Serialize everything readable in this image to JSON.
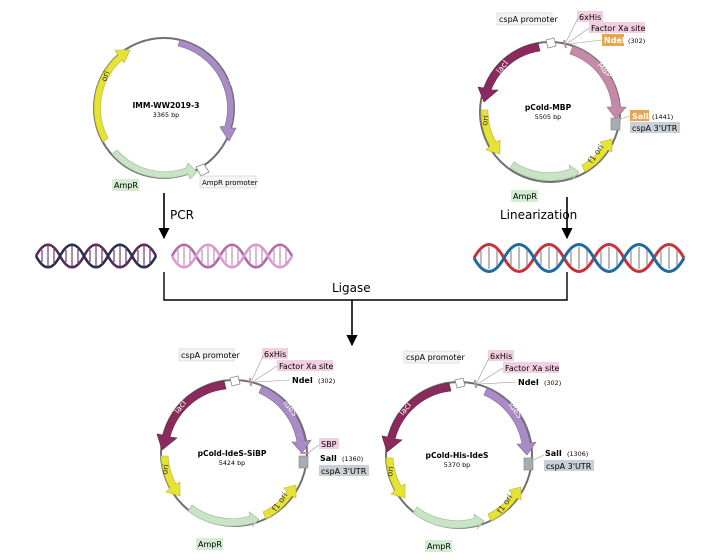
{
  "colors": {
    "backbone": "#707070",
    "lacI": "#8b2a5c",
    "IdeS": "#a98bc6",
    "MBP": "#c48aa7",
    "ori": "#e6e236",
    "AmpR": "#c8e3c5",
    "cspA": "#a8acb2",
    "tag_pink": "#f3cfe1",
    "tag_gray": "#e9e9e9",
    "tag_orange": "#e7a552",
    "tag_green": "#d4ecd1",
    "tag_slate": "#c9cfd6"
  },
  "plasmids": {
    "template": {
      "name": "IMM-WW2019-3",
      "size": "3365 bp",
      "ides": "IdeS",
      "ori": "ori",
      "ampr": "AmpR",
      "ampr_promoter": "AmpR promoter"
    },
    "vector": {
      "name": "pCold-MBP",
      "size": "5505 bp",
      "cspa_promoter": "cspA promoter",
      "his": "6xHis",
      "factor_xa": "Factor Xa site",
      "ndei": "NdeI",
      "ndei_pos": "(302)",
      "laci": "lacI",
      "mbp": "MBP",
      "sali": "SalI",
      "sali_pos": "(1441)",
      "cspa_utr": "cspA 3'UTR",
      "ori": "ori",
      "f1ori": "f1 ori",
      "ampr": "AmpR"
    },
    "product1": {
      "name": "pCold-IdeS-SiBP",
      "size": "5424 bp",
      "cspa_promoter": "cspA promoter",
      "his": "6xHis",
      "factor_xa": "Factor Xa site",
      "ndei": "NdeI",
      "ndei_pos": "(302)",
      "laci": "lacI",
      "ides": "IdeS",
      "sbp": "SBP",
      "sali": "SalI",
      "sali_pos": "(1360)",
      "cspa_utr": "cspA 3'UTR",
      "ori": "ori",
      "f1ori": "f1 ori",
      "ampr": "AmpR"
    },
    "product2": {
      "name": "pCold-His-IdeS",
      "size": "5370 bp",
      "cspa_promoter": "cspA promoter",
      "his": "6xHis",
      "factor_xa": "Factor Xa site",
      "ndei": "NdeI",
      "ndei_pos": "(302)",
      "laci": "lacI",
      "ides": "IdeS",
      "sali": "SalI",
      "sali_pos": "(1306)",
      "cspa_utr": "cspA 3'UTR",
      "ori": "ori",
      "f1ori": "f1 ori",
      "ampr": "AmpR"
    }
  },
  "steps": {
    "pcr": "PCR",
    "linearization": "Linearization",
    "ligase": "Ligase"
  }
}
